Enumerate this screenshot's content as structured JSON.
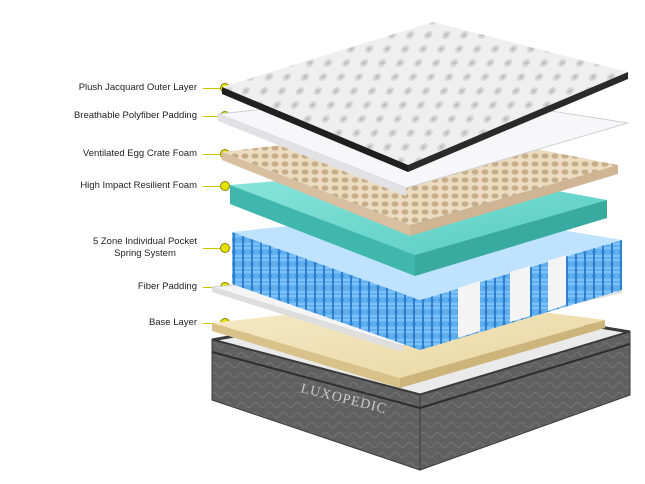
{
  "colors": {
    "accent": "#e4e000",
    "jacquard": "#eeeeee",
    "polyfiber": "#f6f6f8",
    "egg_crate": "#d8c4a8",
    "resilient_foam": "#6fd9cf",
    "springs": "#4a9fe6",
    "fiber": "#f3f3f3",
    "base": "#f1e3b8",
    "cover": "#5a5a5a"
  },
  "layers": [
    {
      "label": "Plush Jacquard Outer Layer"
    },
    {
      "label": "Breathable Polyfiber Padding"
    },
    {
      "label": "Ventilated Egg Crate Foam"
    },
    {
      "label": "High Impact Resilient Foam"
    },
    {
      "label_line1": "5 Zone Individual Pocket",
      "label_line2": "Spring System"
    },
    {
      "label": "Fiber Padding"
    },
    {
      "label": "Base Layer"
    }
  ],
  "brand": {
    "text": "LUXOPEDIC"
  }
}
